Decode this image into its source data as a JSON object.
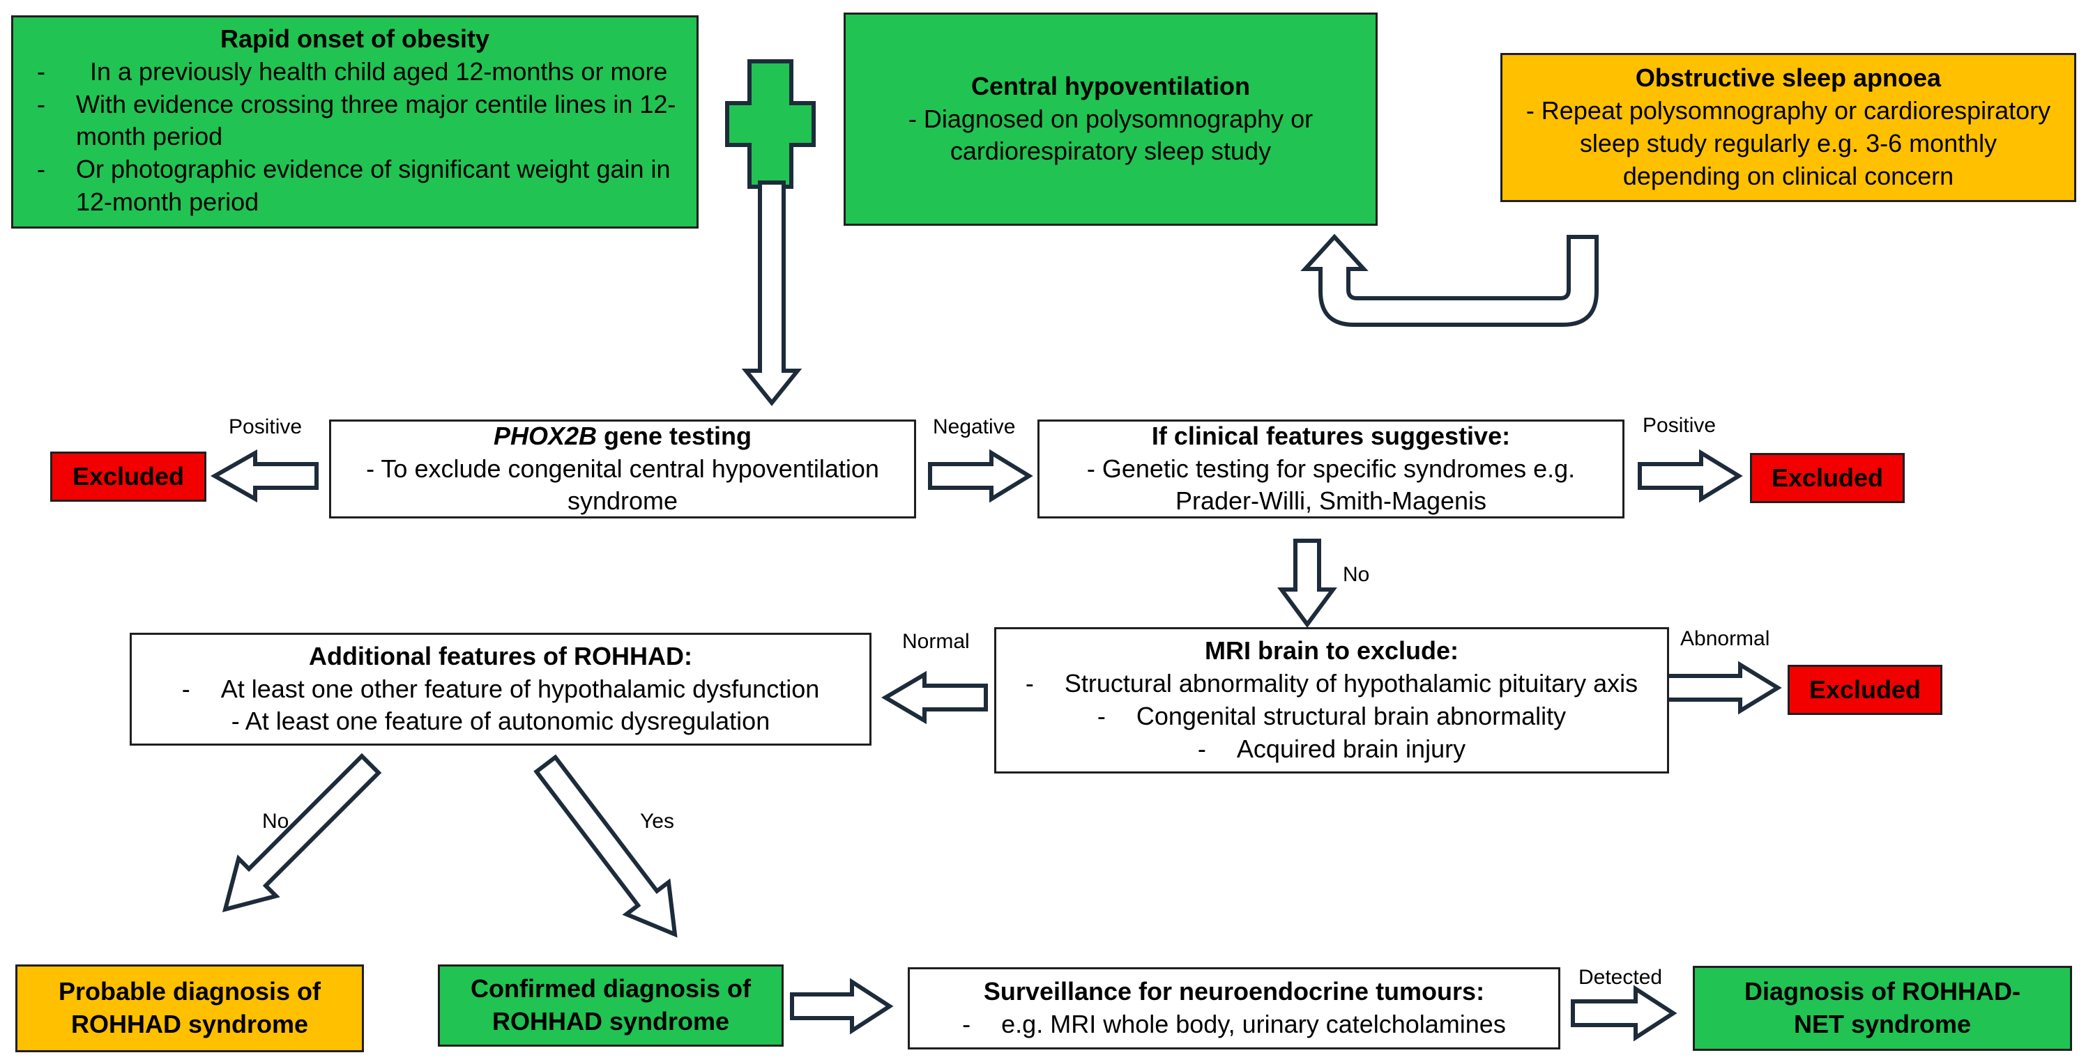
{
  "colors": {
    "green": "#21c352",
    "orange": "#ffc000",
    "red": "#f20000",
    "arrow_stroke": "#1d2b3a"
  },
  "nodes": {
    "rapid_onset": {
      "title": "Rapid onset of obesity",
      "items": [
        "In a previously health child aged 12-months or more",
        "With evidence crossing three major centile lines in 12-month period",
        "Or photographic evidence of significant weight gain in 12-month period"
      ]
    },
    "central_hypo": {
      "title": "Central hypoventilation",
      "body": "- Diagnosed on polysomnography or cardiorespiratory sleep study"
    },
    "osa": {
      "title": "Obstructive sleep apnoea",
      "body": "- Repeat polysomnography or cardiorespiratory sleep study regularly e.g. 3-6 monthly depending on clinical concern"
    },
    "phox2b": {
      "title_gene": "PHOX2B",
      "title_rest": " gene testing",
      "body": "- To exclude congenital central hypoventilation syndrome"
    },
    "clinical": {
      "title": "If clinical features suggestive:",
      "body": "- Genetic testing for specific syndromes e.g. Prader-Willi, Smith-Magenis"
    },
    "mri": {
      "title": "MRI brain to exclude:",
      "items": [
        "Structural abnormality of hypothalamic pituitary axis",
        "Congenital structural brain abnormality",
        "Acquired brain injury"
      ]
    },
    "additional": {
      "title": "Additional features of ROHHAD:",
      "items": [
        "At least one other feature of hypothalamic dysfunction",
        "- At least one feature of autonomic dysregulation"
      ]
    },
    "probable": {
      "title": "Probable diagnosis of ROHHAD syndrome"
    },
    "confirmed": {
      "title": "Confirmed diagnosis of ROHHAD syndrome"
    },
    "surveillance": {
      "title": "Surveillance for neuroendocrine tumours:",
      "items": [
        "e.g. MRI whole body, urinary catelcholamines"
      ]
    },
    "rohhad_net": {
      "title": "Diagnosis of ROHHAD-NET syndrome"
    },
    "excluded_1": {
      "title": "Excluded"
    },
    "excluded_2": {
      "title": "Excluded"
    },
    "excluded_3": {
      "title": "Excluded"
    }
  },
  "edge_labels": {
    "positive_left": "Positive",
    "negative": "Negative",
    "positive_right": "Positive",
    "no_mri": "No",
    "normal": "Normal",
    "abnormal": "Abnormal",
    "no_probable": "No",
    "yes_confirmed": "Yes",
    "detected": "Detected"
  }
}
